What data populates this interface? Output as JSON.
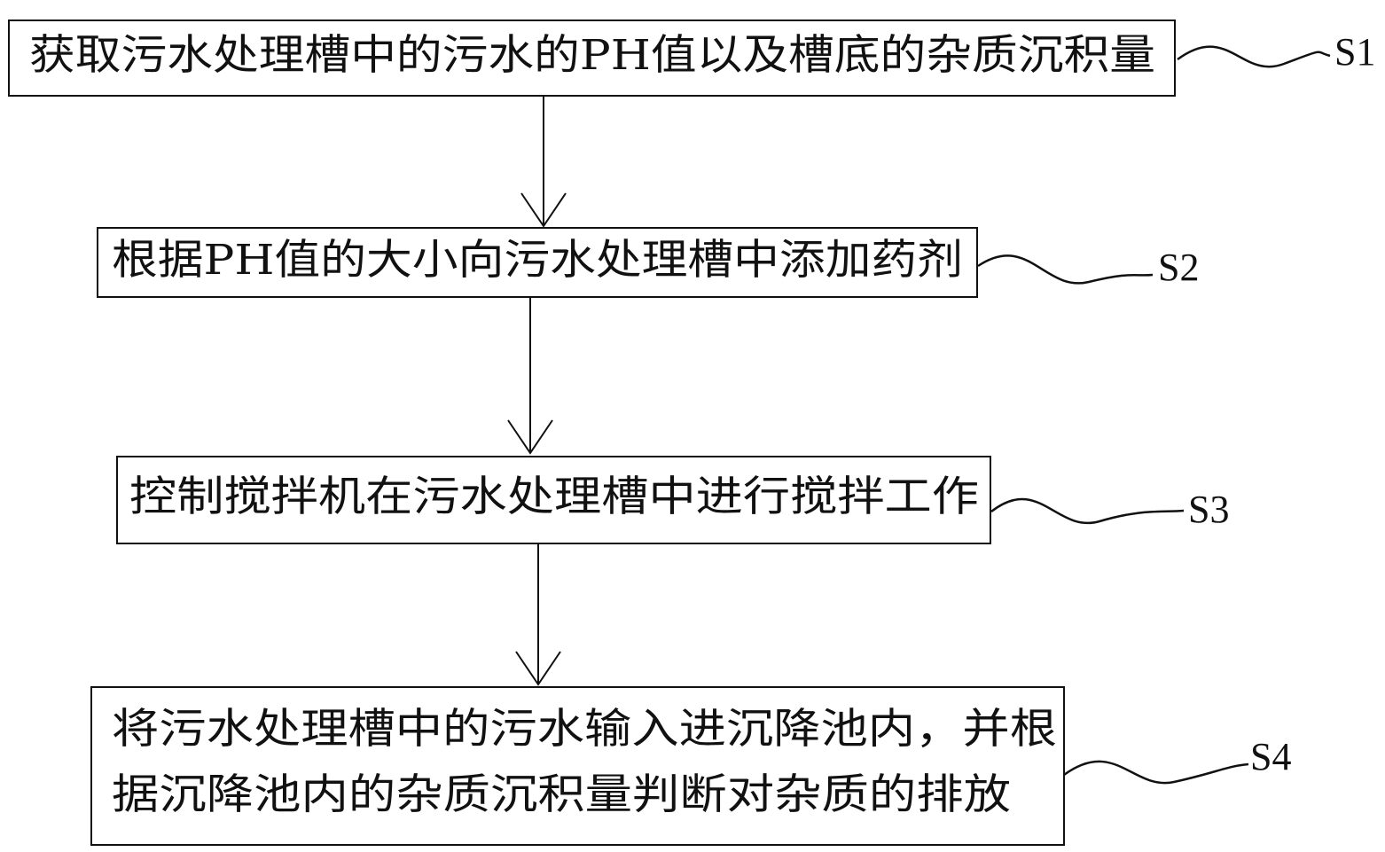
{
  "steps": [
    {
      "id": "S1",
      "label": "S1",
      "lines": [
        "获取污水处理槽中的污水的PH值以及槽底的杂质沉积量"
      ]
    },
    {
      "id": "S2",
      "label": "S2",
      "lines": [
        "根据PH值的大小向污水处理槽中添加药剂"
      ]
    },
    {
      "id": "S3",
      "label": "S3",
      "lines": [
        "控制搅拌机在污水处理槽中进行搅拌工作"
      ]
    },
    {
      "id": "S4",
      "label": "S4",
      "lines": [
        "将污水处理槽中的污水输入进沉降池内，并根",
        "据沉降池内的杂质沉积量判断对杂质的排放"
      ]
    }
  ],
  "colors": {
    "stroke": "#111111",
    "background": "#ffffff"
  }
}
